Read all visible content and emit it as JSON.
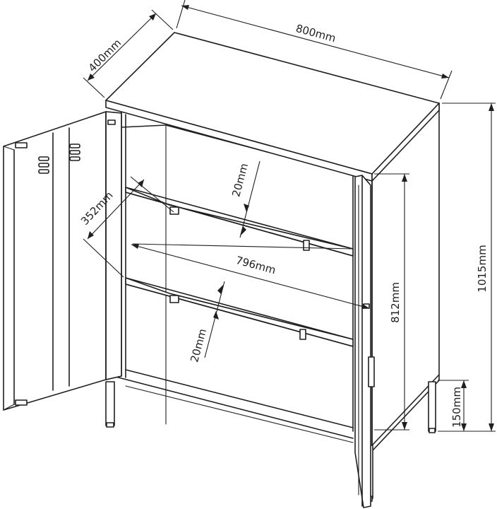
{
  "dimensions": {
    "depth": "400mm",
    "width": "800mm",
    "total_height": "1015mm",
    "inner_height": "812mm",
    "leg_height": "150mm",
    "shelf_depth": "352mm",
    "inner_width": "796mm",
    "shelf_gap_top": "20mm",
    "shelf_gap_bottom": "20mm"
  },
  "colors": {
    "line": "#1f1f1f",
    "background": "#ffffff"
  }
}
